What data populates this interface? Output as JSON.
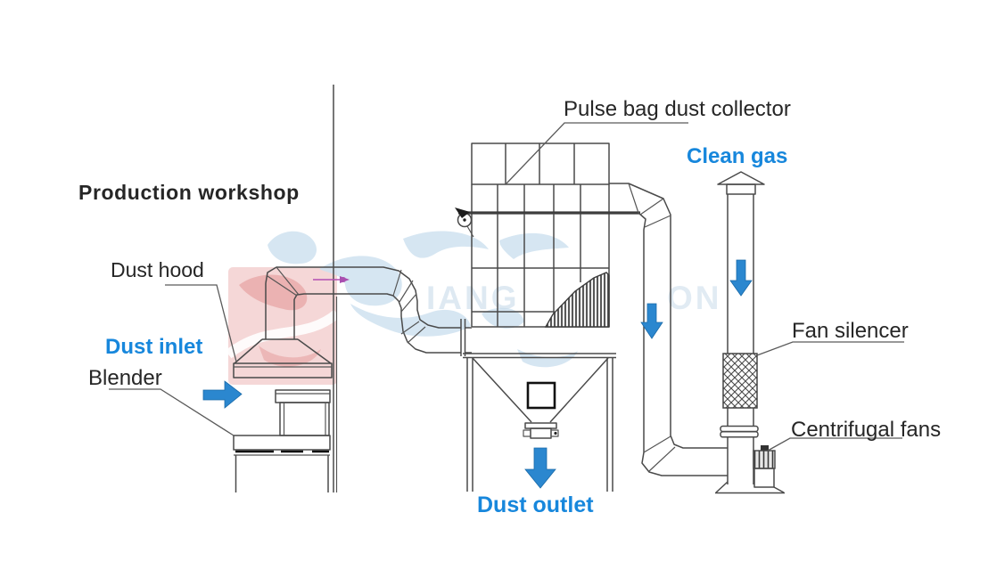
{
  "labels": {
    "production_workshop": "Production workshop",
    "dust_hood": "Dust hood",
    "dust_inlet": "Dust inlet",
    "blender": "Blender",
    "pulse_bag_dust_collector": "Pulse bag dust collector",
    "clean_gas": "Clean gas",
    "fan_silencer": "Fan silencer",
    "centrifugal_fans": "Centrifugal fans",
    "dust_outlet": "Dust outlet"
  },
  "watermark": {
    "fragments": [
      "IANG",
      "ON"
    ]
  },
  "colors": {
    "label_text": "#262626",
    "blue_label": "#1787dc",
    "flow_arrow": "#2b87cf",
    "flow_arrow_edge": "#1a6aa8",
    "line": "#4a4a4a",
    "magenta_arrow": "#b44fb4",
    "watermark_blue": "#cfe2f0",
    "watermark_pink": "#f3cdcd"
  }
}
